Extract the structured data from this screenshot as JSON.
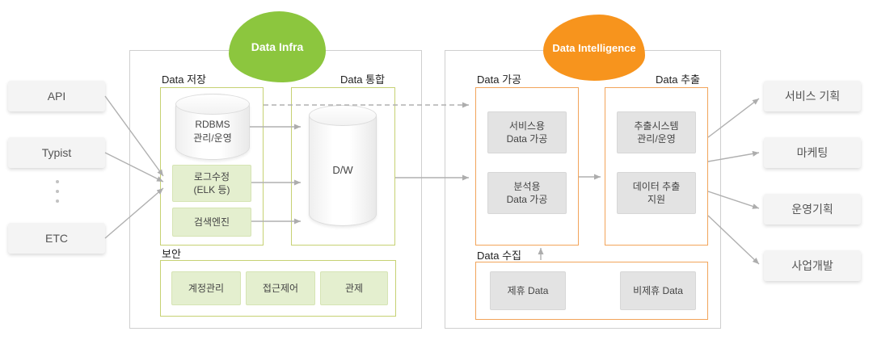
{
  "badges": {
    "infra": {
      "label": "Data Infra"
    },
    "intelligence": {
      "label": "Data Intelligence"
    }
  },
  "sources": {
    "items": [
      {
        "label": "API"
      },
      {
        "label": "Typist"
      },
      {
        "label": "ETC"
      }
    ]
  },
  "outputs": {
    "items": [
      {
        "label": "서비스 기획"
      },
      {
        "label": "마케팅"
      },
      {
        "label": "운영기획"
      },
      {
        "label": "사업개발"
      }
    ]
  },
  "infra": {
    "storage": {
      "title": "Data 저장",
      "rdbms": "RDBMS\n관리/운영",
      "log": "로그수정\n(ELK 등)",
      "search": "검색엔진"
    },
    "integration": {
      "title": "Data 통합",
      "dw": "D/W"
    },
    "security": {
      "title": "보안",
      "items": [
        {
          "label": "계정관리"
        },
        {
          "label": "접근제어"
        },
        {
          "label": "관제"
        }
      ]
    }
  },
  "intelligence": {
    "processing": {
      "title": "Data 가공",
      "service": "서비스용\nData 가공",
      "analysis": "분석용\nData 가공"
    },
    "extraction": {
      "title": "Data 추출",
      "system": "추출시스템\n관리/운영",
      "support": "데이터 추출\n지원"
    },
    "collection": {
      "title": "Data 수집",
      "partner": "제휴 Data",
      "nonpartner": "비제휴 Data"
    }
  },
  "colors": {
    "infra_badge": "#8cc63e",
    "intelligence_badge": "#f7941d",
    "green_border": "#c6d173",
    "green_fill": "#e4efcf",
    "orange_border": "#f2a45a",
    "gray_fill": "#e3e3e3",
    "arrow": "#b0b0b0"
  }
}
